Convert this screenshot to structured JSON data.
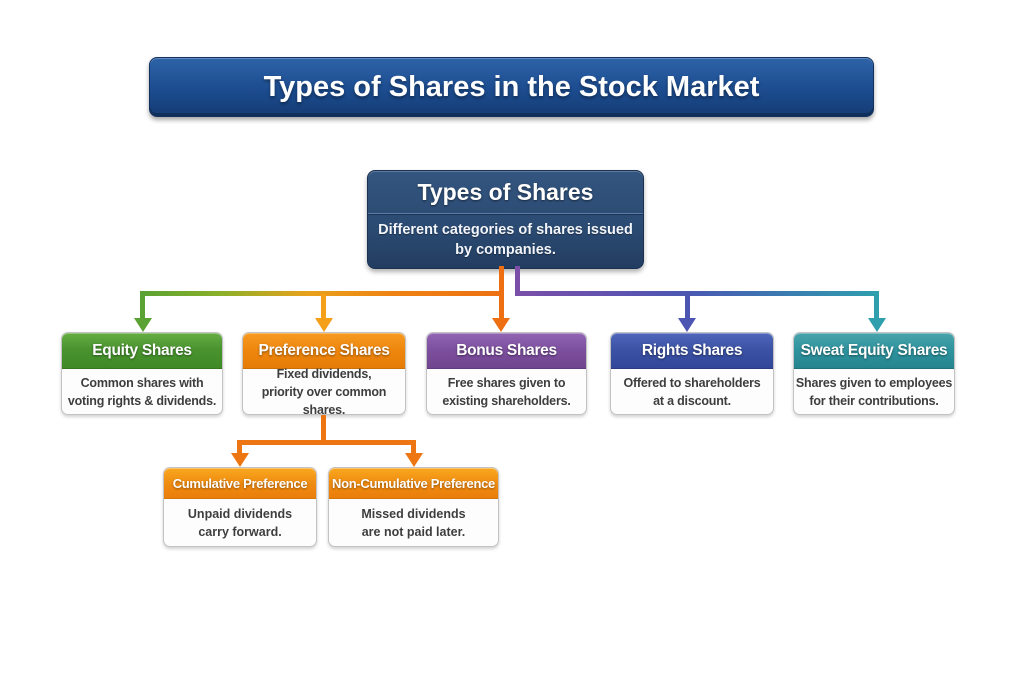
{
  "banner": {
    "title": "Types of Shares in the Stock Market",
    "bg_color": "#1c4c8f",
    "text_color": "#ffffff"
  },
  "root": {
    "title": "Types of Shares",
    "description": "Different categories of shares issued\nby companies.",
    "bg_color": "#2b4a72"
  },
  "nodes": [
    {
      "title": "Equity Shares",
      "description": "Common shares with\nvoting rights & dividends.",
      "header_color": "#4a9430",
      "arrow_color": "#5aa233"
    },
    {
      "title": "Preference Shares",
      "description": "Fixed dividends,\npriority over common shares.",
      "header_color": "#ee860c",
      "arrow_color": "#f5a019"
    },
    {
      "title": "Bonus Shares",
      "description": "Free shares given to\nexisting shareholders.",
      "header_color": "#7c4f9e",
      "arrow_color": "#ed6f12"
    },
    {
      "title": "Rights Shares",
      "description": "Offered to shareholders\nat a discount.",
      "header_color": "#3b51a3",
      "arrow_color": "#4d55b3"
    },
    {
      "title": "Sweat Equity Shares",
      "description": "Shares given to employees\nfor their contributions.",
      "header_color": "#2e939e",
      "arrow_color": "#2f9fae"
    }
  ],
  "subnodes": [
    {
      "title": "Cumulative Preference",
      "description": "Unpaid dividends\ncarry forward.",
      "header_color": "#ef8a10"
    },
    {
      "title": "Non-Cumulative Preference",
      "description": "Missed dividends\nare not paid later.",
      "header_color": "#ef8a10"
    }
  ],
  "connectors": {
    "orange_stem": "#ed6f12",
    "purple_stem": "#7b4fa8",
    "equity_arrow": "#5aa233",
    "preference_arrow": "#f5a019",
    "bonus_arrow": "#ed6f12",
    "rights_arrow": "#4d55b3",
    "sweat_arrow": "#2f9fae",
    "sub_connector": "#ee7612",
    "left_gradient": [
      "#5aa233",
      "#e8a21c",
      "#ed7012"
    ],
    "right_gradient": [
      "#7b4fa8",
      "#4a58b2",
      "#2f9fae"
    ]
  }
}
